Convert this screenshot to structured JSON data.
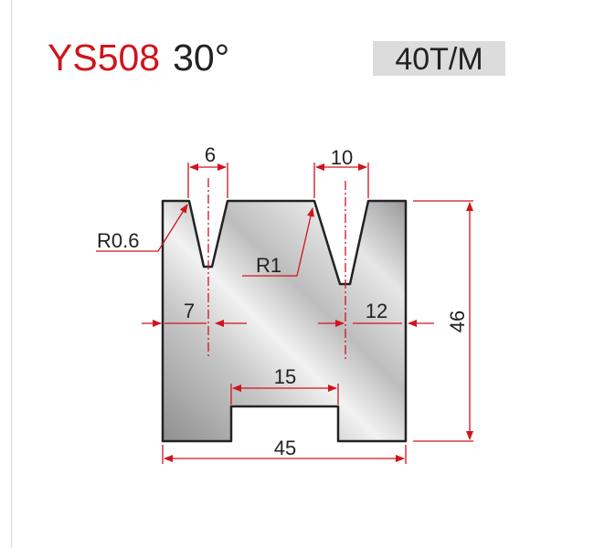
{
  "header": {
    "model": "YS508",
    "angle": "30°",
    "tonnage": "40T/M"
  },
  "dimensions": {
    "v1_width": "6",
    "v2_width": "10",
    "v1_radius": "R0.6",
    "v2_radius": "R1",
    "v1_offset": "7",
    "v2_offset": "12",
    "slot_width": "15",
    "total_width": "45",
    "height": "46"
  },
  "colors": {
    "dimension": "#d0141c",
    "outline": "#222222"
  }
}
